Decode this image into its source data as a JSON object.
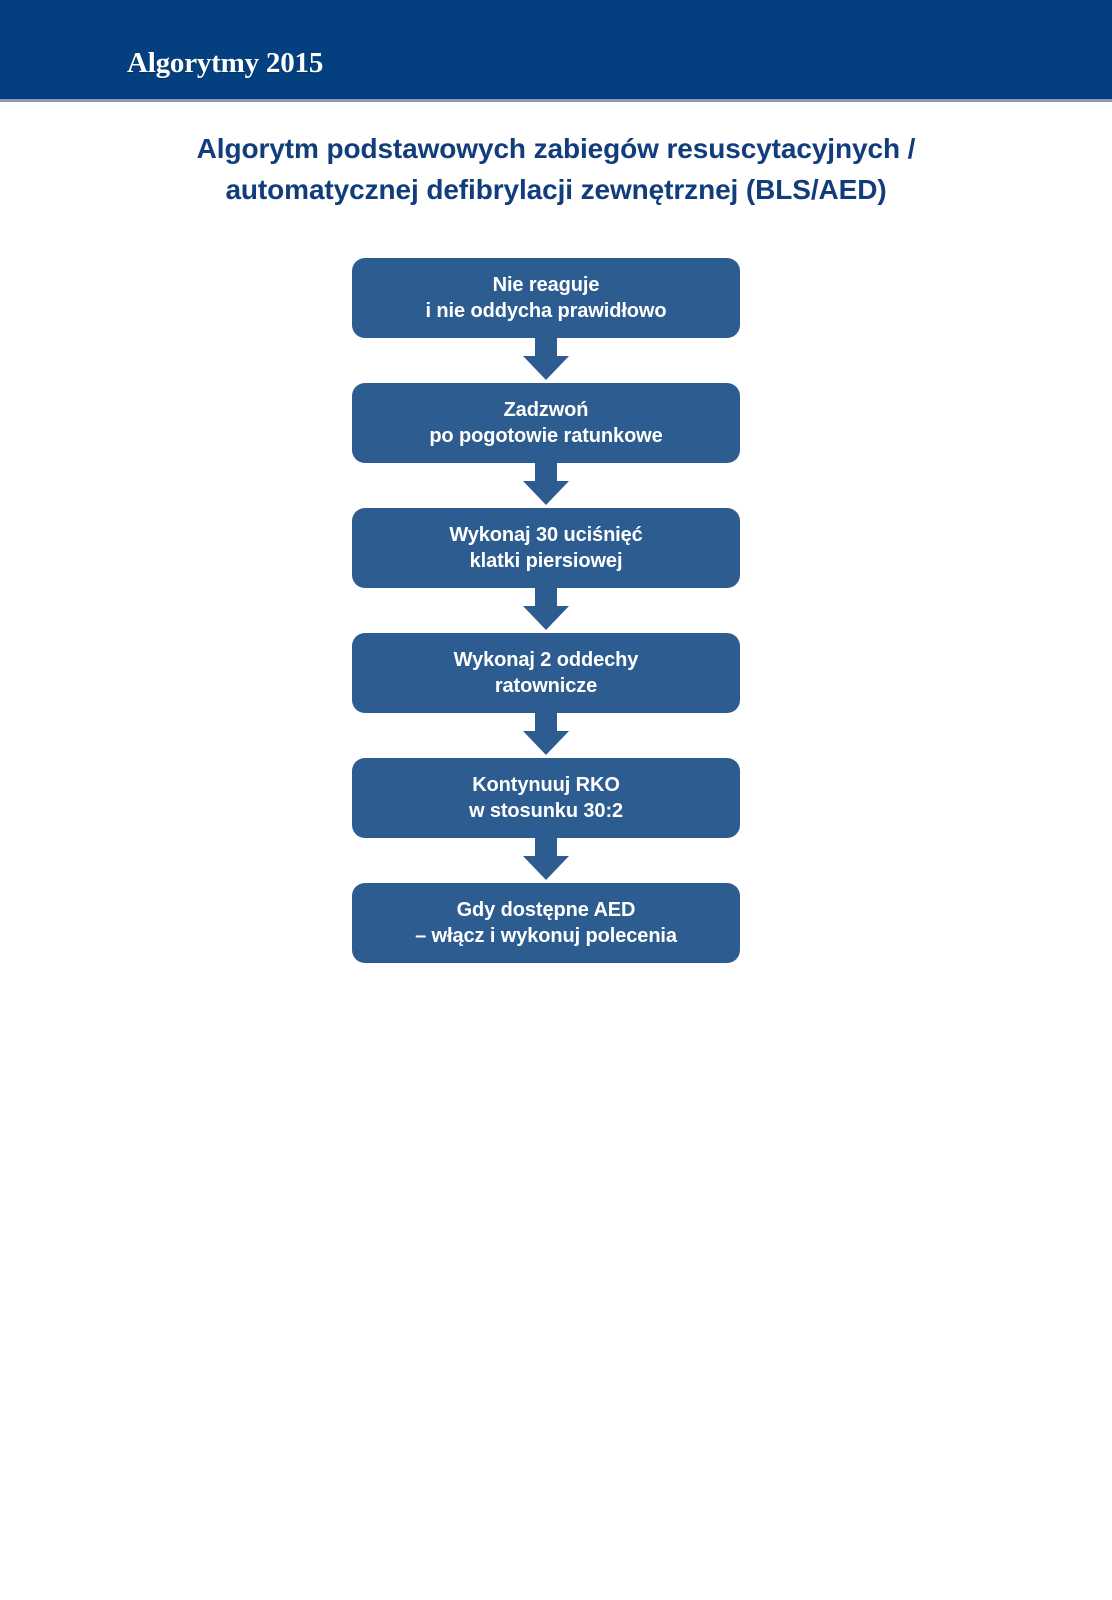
{
  "header": {
    "label": "Algorytmy 2015",
    "band_color": "#04407f",
    "rule_color": "#8e99ad",
    "text_color": "#ffffff"
  },
  "document": {
    "title_line1": "Algorytm podstawowych zabiegów resuscytacyjnych /",
    "title_line2": "automatycznej defibrylacji zewnętrznej (BLS/AED)",
    "title_color": "#123d7c"
  },
  "colors": {
    "box_fill": "#2d5d90",
    "box_text": "#ffffff",
    "arrow_fill": "#2d5d90",
    "page_background": "#ffffff"
  },
  "flowchart": {
    "type": "vertical-sequence",
    "orientation": "top-to-bottom",
    "connector": "down-arrow",
    "step_count": 6,
    "steps": [
      {
        "index": 1,
        "line1": "Nie reaguje",
        "line2": "i nie oddycha prawidłowo",
        "has_arrow_below": true
      },
      {
        "index": 2,
        "line1": "Zadzwoń",
        "line2": "po pogotowie ratunkowe",
        "has_arrow_below": true
      },
      {
        "index": 3,
        "line1": "Wykonaj 30 uciśnięć",
        "line2": "klatki piersiowej",
        "has_arrow_below": true
      },
      {
        "index": 4,
        "line1": "Wykonaj 2 oddechy",
        "line2": "ratownicze",
        "has_arrow_below": true
      },
      {
        "index": 5,
        "line1": "Kontynuuj RKO",
        "line2": "w stosunku 30:2",
        "has_arrow_below": true
      },
      {
        "index": 6,
        "line1": "Gdy dostępne AED",
        "line2": "– włącz i wykonuj polecenia",
        "has_arrow_below": false
      }
    ]
  }
}
